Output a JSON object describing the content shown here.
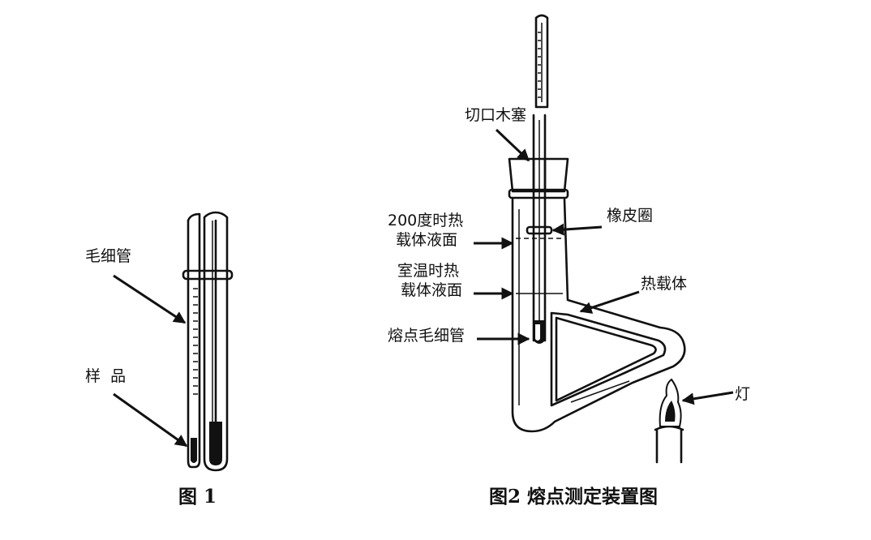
{
  "figure1": {
    "caption": "图 1",
    "labels": {
      "capillary": "毛细管",
      "sample": "样  品"
    }
  },
  "figure2": {
    "caption": "图2 熔点测定装置图",
    "labels": {
      "cork": "切口木塞",
      "level_200_line1": "200度时热",
      "level_200_line2": "载体液面",
      "rubber_ring": "橡皮圈",
      "level_room_line1": "室温时热",
      "level_room_line2": "载体液面",
      "heat_carrier": "热载体",
      "mp_capillary": "熔点毛细管",
      "lamp": "灯"
    }
  }
}
